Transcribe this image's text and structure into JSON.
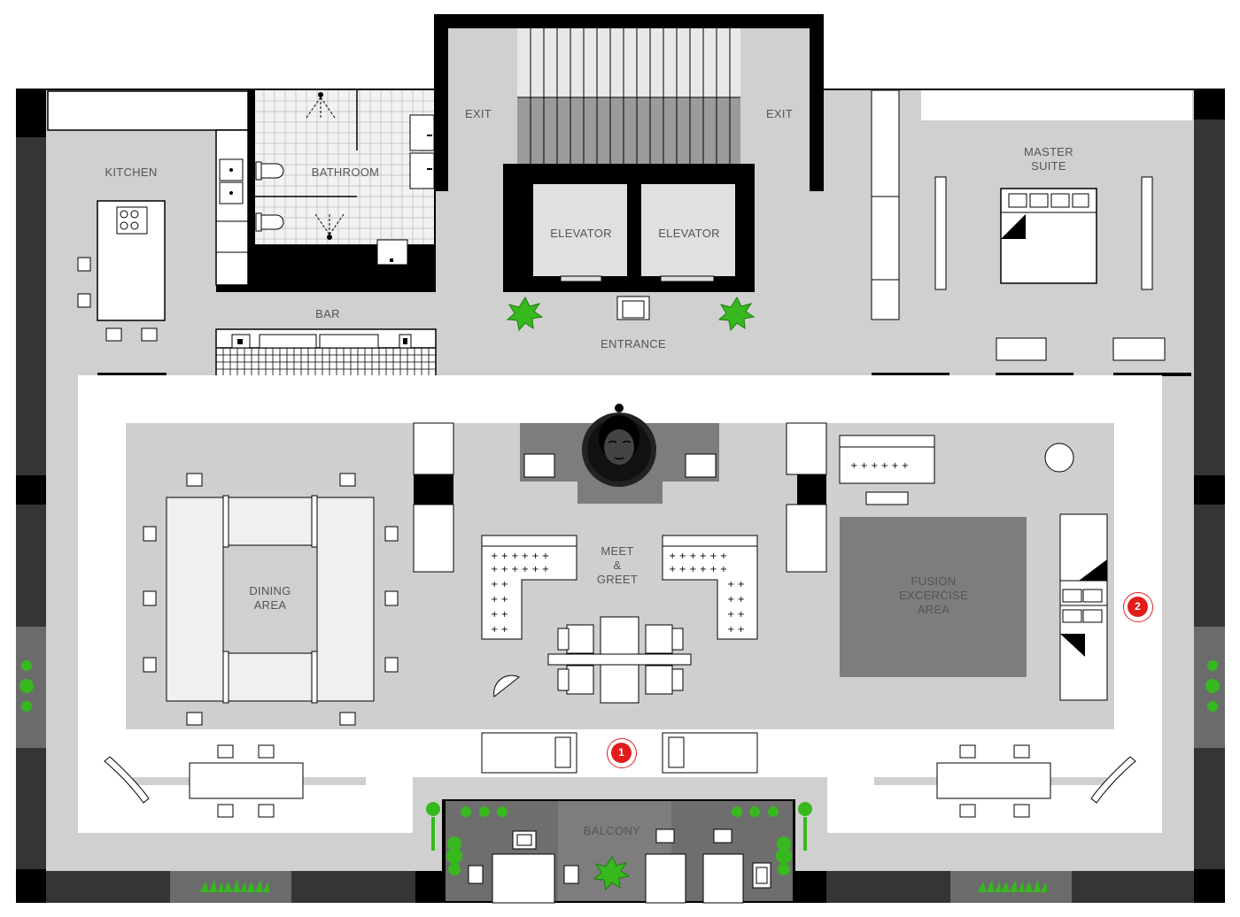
{
  "colors": {
    "wall": "#000000",
    "floor": "#d0d0d0",
    "lounge": "#cfcfcf",
    "white_band": "#ffffff",
    "stair_dark": "#9b9b9b",
    "exercise": "#7d7d7d",
    "balcony": "#6e6e6e",
    "plant": "#37b81e",
    "marker": "#e21b1b"
  },
  "labels": {
    "kitchen": "KITCHEN",
    "bathroom": "BATHROOM",
    "exit_left": "EXIT",
    "exit_right": "EXIT",
    "elevator_1": "ELEVATOR",
    "elevator_2": "ELEVATOR",
    "master_suite": "MASTER\nSUITE",
    "bar": "BAR",
    "entrance": "ENTRANCE",
    "dining_area": "DINING\nAREA",
    "meet_greet": "MEET\n&\nGREET",
    "fusion_exercise": "FUSION\nEXCERCISE\nAREA",
    "balcony": "BALCONY"
  },
  "markers": [
    {
      "label": "1"
    },
    {
      "label": "2"
    }
  ],
  "icons": [
    "buddha-statue-icon",
    "plant-icon",
    "stove-icon",
    "toilet-icon",
    "shower-icon",
    "bed-icon",
    "sink-icon"
  ]
}
